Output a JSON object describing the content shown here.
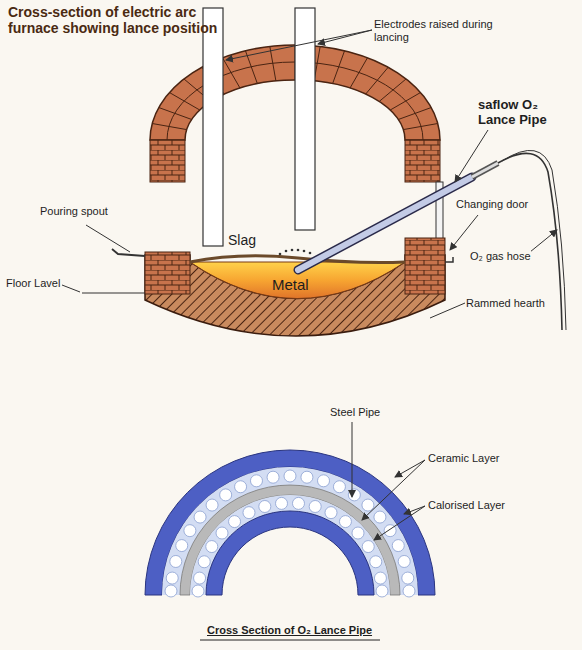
{
  "diagram": {
    "title": "Cross-section of electric arc furnace showing lance position",
    "caption": "Cross Section of O₂ Lance Pipe",
    "labels": [
      "Electrodes raised during lancing",
      "saflow O₂ Lance Pipe",
      "Slag",
      "Changing door",
      "Pouring spout",
      "Metal",
      "O₂ gas hose",
      "Floor Lavel",
      "Rammed hearth",
      "Steel Pipe",
      "Ceramic Layer",
      "Calorised Layer"
    ]
  }
}
